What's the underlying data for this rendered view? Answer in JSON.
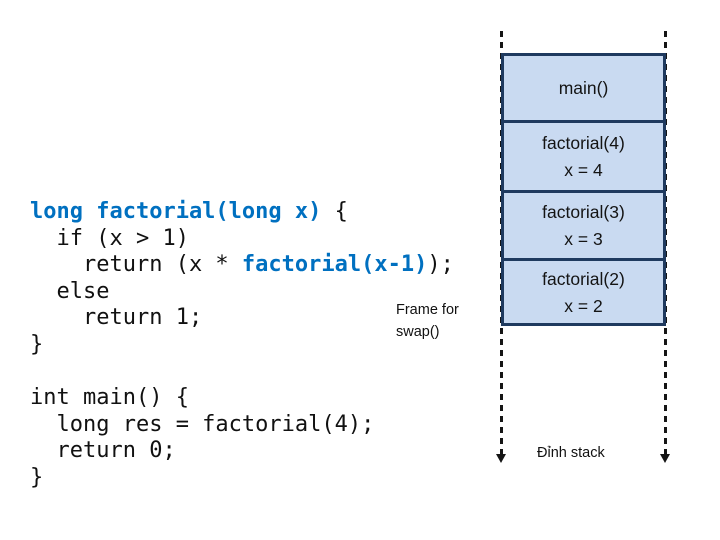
{
  "colors": {
    "keyword_blue": "#0070C0",
    "code_black": "#111111",
    "frame_fill": "#C9DAF1",
    "frame_border": "#1F3A5F",
    "line_black": "#151515"
  },
  "code": {
    "factorial_fn": {
      "signature_keyword": "long factorial(long x)",
      "signature_rest": " {",
      "if_line": "  if (x > 1)",
      "return_pre": "    return (x * ",
      "return_call": "factorial(x-1)",
      "return_post": ");",
      "else_line": "  else",
      "return_one": "    return 1;",
      "close_brace": "}"
    },
    "main_fn": {
      "signature": "int main() {",
      "call_line": "  long res = factorial(4);",
      "return_line": "  return 0;",
      "close_brace": "}"
    }
  },
  "stack_diagram": {
    "frames": [
      {
        "name": "main()",
        "detail": ""
      },
      {
        "name": "factorial(4)",
        "detail": "x = 4"
      },
      {
        "name": "factorial(3)",
        "detail": "x = 3"
      },
      {
        "name": "factorial(2)",
        "detail": "x = 2"
      }
    ],
    "stack_top_label": "Đỉnh stack",
    "note_line1": "Frame for",
    "note_line2": "swap()"
  }
}
